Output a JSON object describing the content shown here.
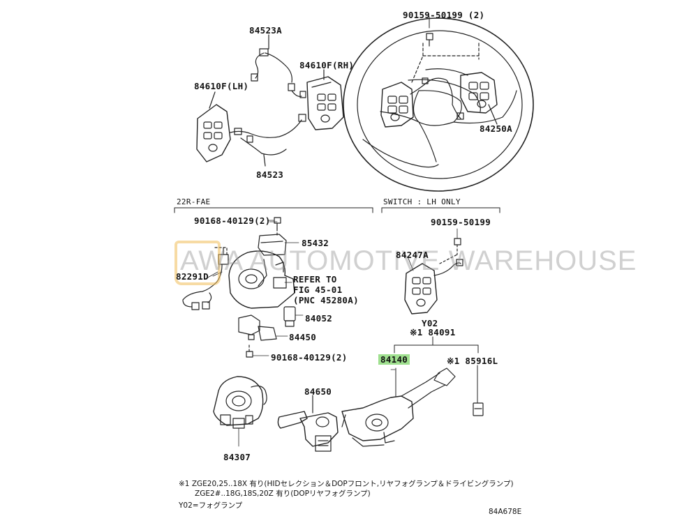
{
  "watermark": "AWA AUTOMOTIVE WAREHOUSE",
  "sections": {
    "left": "22R-FAE",
    "right": "SWITCH : LH ONLY"
  },
  "parts": {
    "p90159_50199_2": "90159-50199 (2)",
    "p84523A": "84523A",
    "p84610F_RH": "84610F(RH)",
    "p84610F_LH": "84610F(LH)",
    "p84250A": "84250A",
    "p84523": "84523",
    "p90168_40129_2_top": "90168-40129(2)",
    "p85432": "85432",
    "p82291D": "82291D",
    "refer": "REFER TO\nFIG 45-01\n(PNC 45280A)",
    "p84052": "84052",
    "p84450": "84450",
    "p90168_40129_2_bot": "90168-40129(2)",
    "p90159_50199": "90159-50199",
    "p84247A": "84247A",
    "y02": "Y02",
    "p84091": "※1 84091",
    "p84140": "84140",
    "p85916L": "※1 85916L",
    "p84650": "84650",
    "p84307": "84307"
  },
  "notes": {
    "line1": "※1  ZGE20,25..18X 有り(HIDセレクション＆DOPフロント,リヤフォグランプ＆ドライビングランプ)",
    "line2": "ZGE2#..18G,18S,20Z 有り(DOPリヤフォグランプ)",
    "line3": "Y02=フォグランプ",
    "figure_id": "84A678E"
  }
}
